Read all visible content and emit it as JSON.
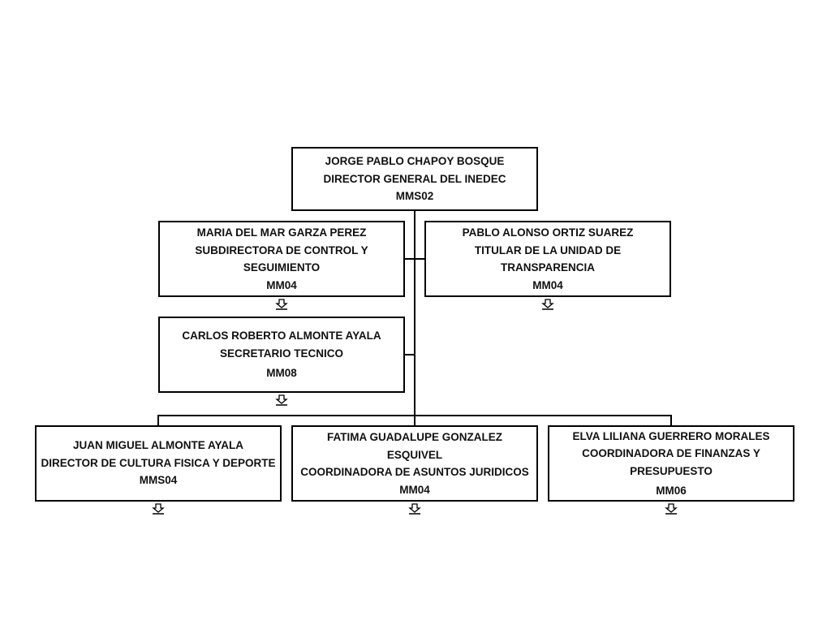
{
  "org_chart": {
    "root": {
      "name": "JORGE PABLO CHAPOY BOSQUE",
      "title": "DIRECTOR GENERAL DEL INEDEC",
      "code": "MMS02"
    },
    "mid_left": {
      "name": "MARIA DEL MAR GARZA PEREZ",
      "title_1": "SUBDIRECTORA DE CONTROL Y",
      "title_2": "SEGUIMIENTO",
      "code": "MM04"
    },
    "mid_right": {
      "name": "PABLO ALONSO ORTIZ SUAREZ",
      "title_1": "TITULAR DE LA UNIDAD DE",
      "title_2": "TRANSPARENCIA",
      "code": "MM04"
    },
    "secretary": {
      "name": "CARLOS ROBERTO ALMONTE AYALA",
      "title": "SECRETARIO TECNICO",
      "code": "MM08"
    },
    "bottom_left": {
      "name": "JUAN MIGUEL ALMONTE AYALA",
      "title": "DIRECTOR DE CULTURA FISICA Y DEPORTE",
      "code": "MMS04"
    },
    "bottom_center": {
      "name_1": "FATIMA GUADALUPE GONZALEZ",
      "name_2": "ESQUIVEL",
      "title": "COORDINADORA DE ASUNTOS JURIDICOS",
      "code": "MM04"
    },
    "bottom_right": {
      "name": "ELVA LILIANA GUERRERO MORALES",
      "title_1": "COORDINADORA DE FINANZAS Y",
      "title_2": "PRESUPUESTO",
      "code": "MM06"
    },
    "expand_icon": "expand-down-arrow-icon"
  }
}
